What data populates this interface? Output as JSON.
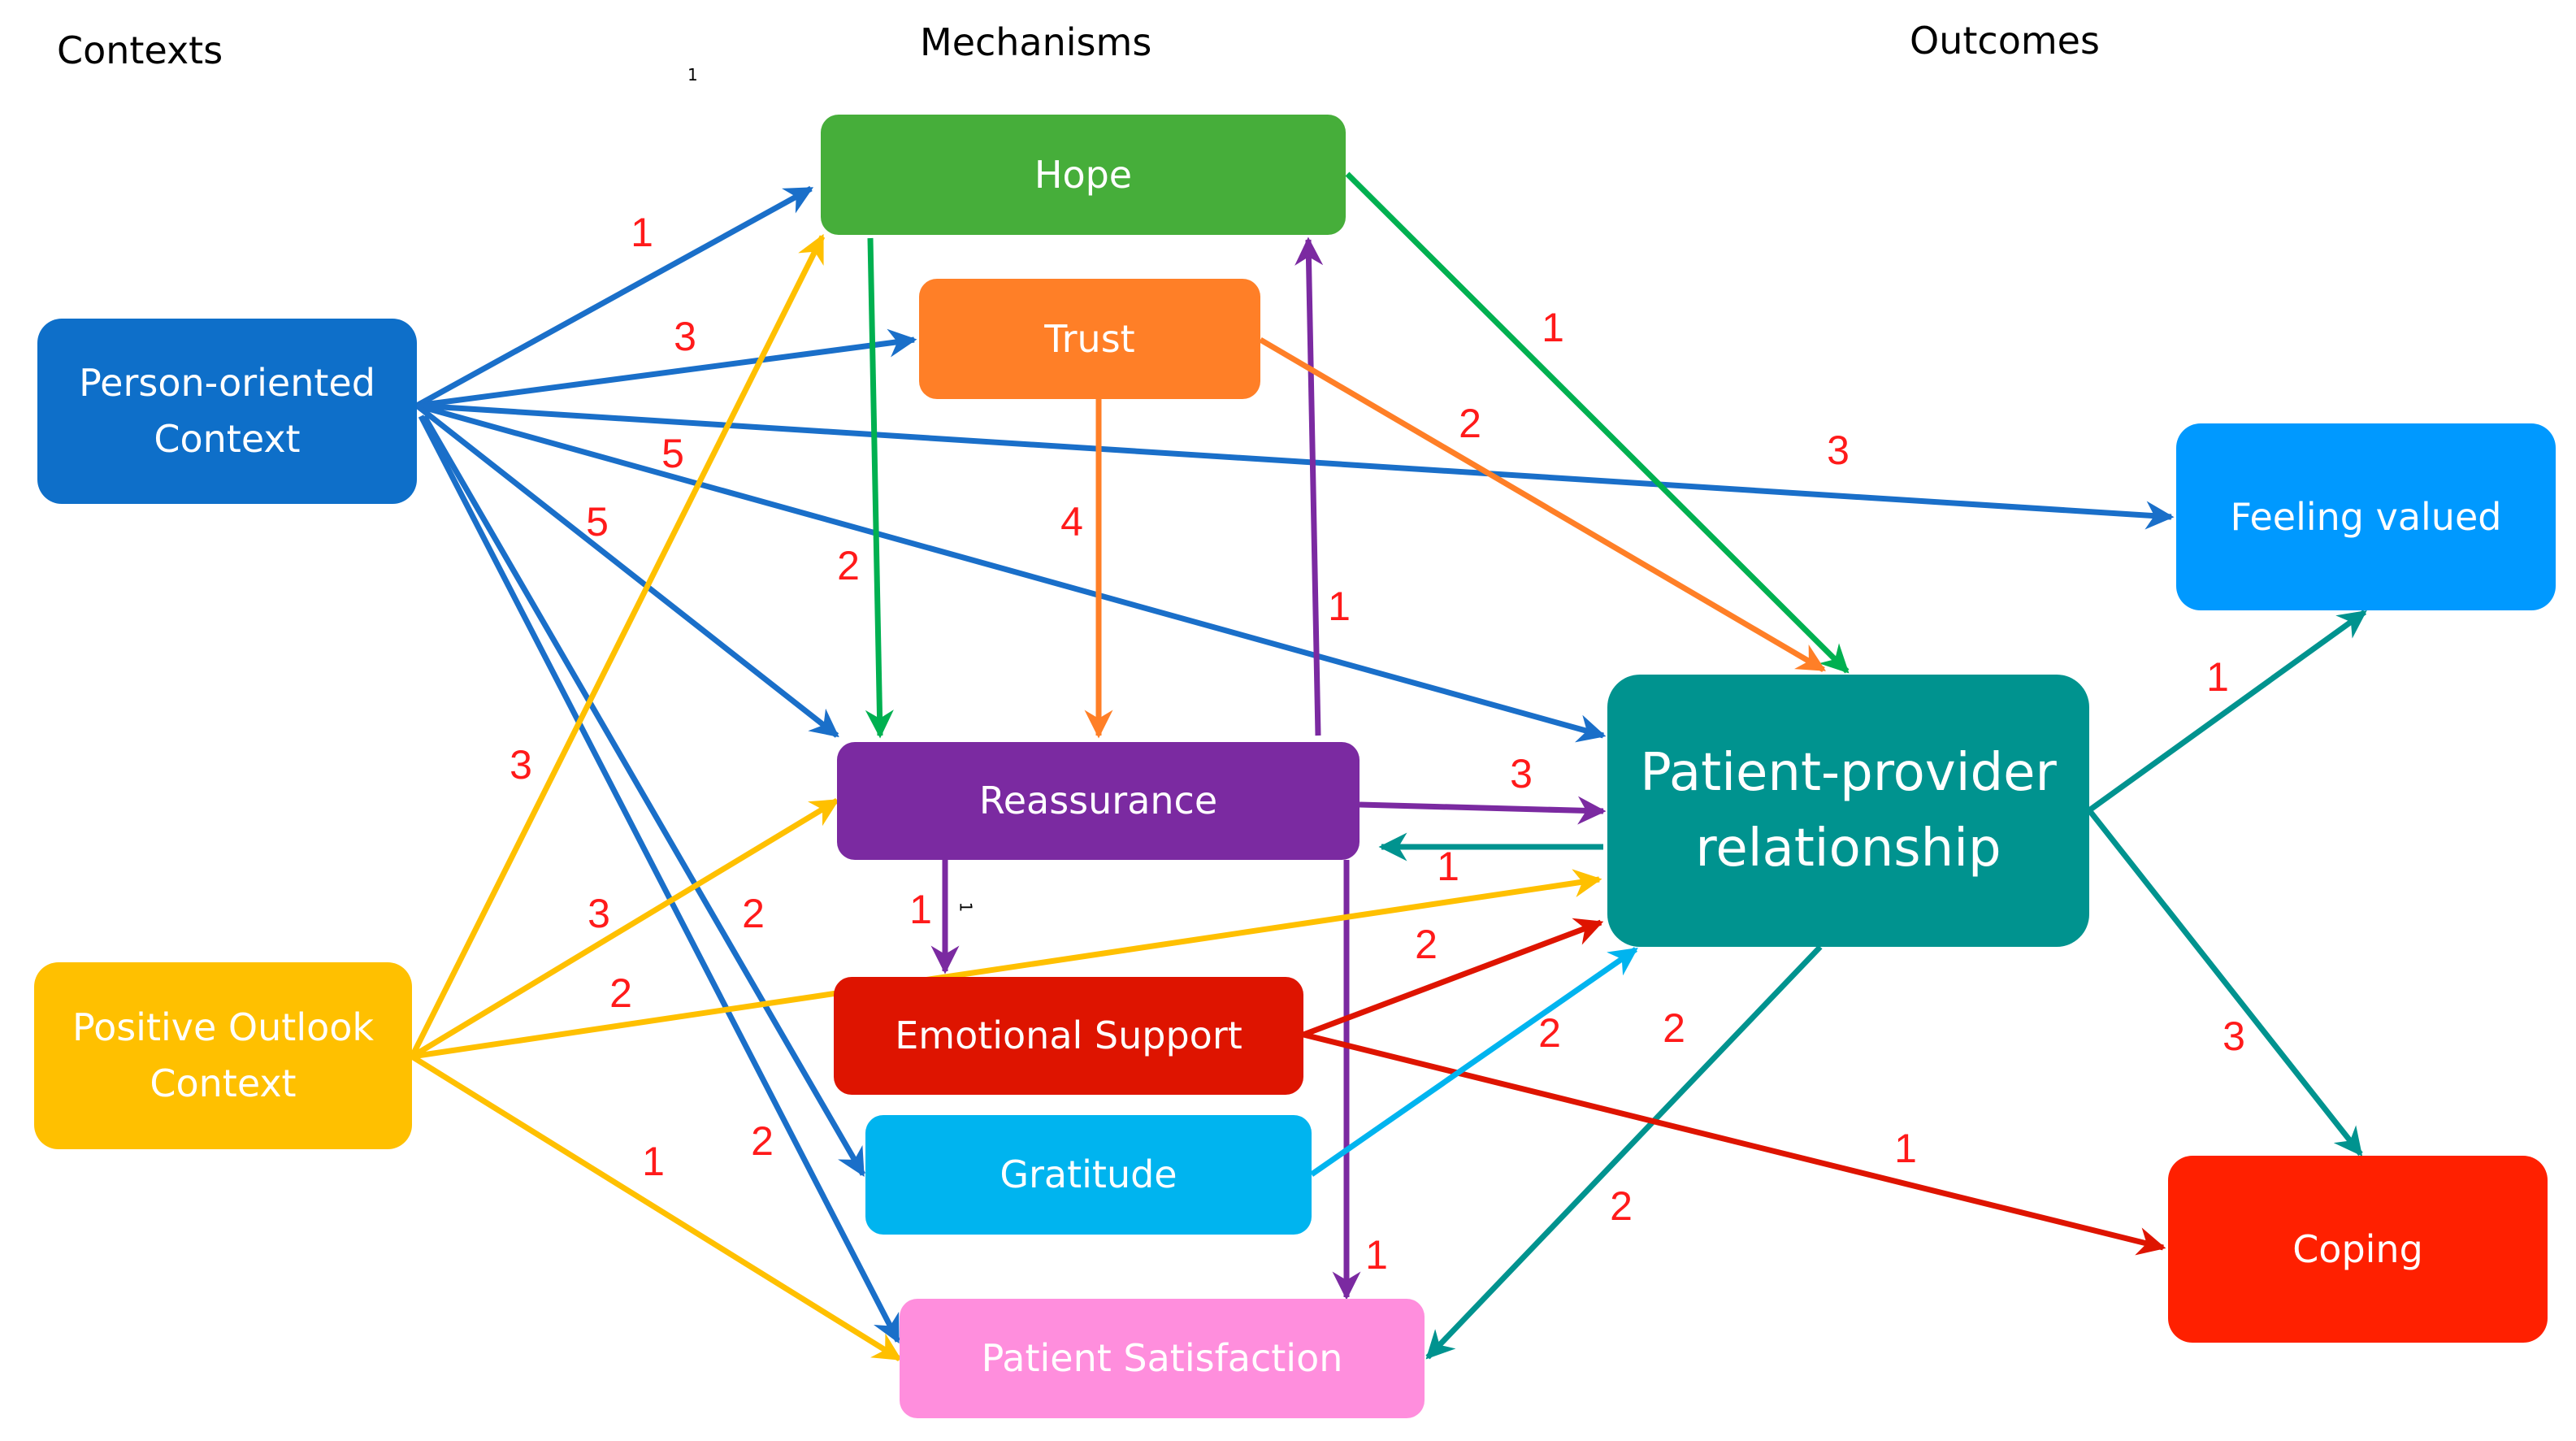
{
  "headers": {
    "contexts": "Contexts",
    "mechanisms": "Mechanisms",
    "outcomes": "Outcomes"
  },
  "stray_marks": {
    "top_one": "1",
    "rotated_one": "1"
  },
  "colors": {
    "person_oriented": "#0e6fc9",
    "positive_outlook": "#ffc000",
    "hope": "#46ae3a",
    "trust": "#ff7f27",
    "reassurance": "#7b2aa1",
    "emotional_support": "#de1400",
    "gratitude": "#00b4ef",
    "patient_satisfaction": "#ff8edd",
    "patient_provider": "#00938f",
    "feeling_valued": "#0099ff",
    "coping": "#ff2000",
    "count_label": "#ff1a1a"
  },
  "nodes": {
    "person_oriented": {
      "line1": "Person-oriented",
      "line2": "Context",
      "group": "Contexts"
    },
    "positive_outlook": {
      "line1": "Positive Outlook",
      "line2": "Context",
      "group": "Contexts"
    },
    "hope": {
      "line1": "Hope",
      "group": "Mechanisms"
    },
    "trust": {
      "line1": "Trust",
      "group": "Mechanisms"
    },
    "reassurance": {
      "line1": "Reassurance",
      "group": "Mechanisms"
    },
    "emotional_support": {
      "line1": "Emotional Support",
      "group": "Mechanisms"
    },
    "gratitude": {
      "line1": "Gratitude",
      "group": "Mechanisms"
    },
    "patient_satisfaction": {
      "line1": "Patient Satisfaction",
      "group": "Mechanisms"
    },
    "patient_provider": {
      "line1": "Patient-provider",
      "line2": "relationship",
      "group": "Outcomes"
    },
    "feeling_valued": {
      "line1": "Feeling valued",
      "group": "Outcomes"
    },
    "coping": {
      "line1": "Coping",
      "group": "Outcomes"
    }
  },
  "edges": [
    {
      "id": "po-hope",
      "from": "person_oriented",
      "to": "hope",
      "color": "#1a6fc9",
      "count": "1"
    },
    {
      "id": "po-trust",
      "from": "person_oriented",
      "to": "trust",
      "color": "#1a6fc9",
      "count": "3"
    },
    {
      "id": "po-feeling",
      "from": "person_oriented",
      "to": "feeling_valued",
      "color": "#1a6fc9",
      "count": "3"
    },
    {
      "id": "po-pp",
      "from": "person_oriented",
      "to": "patient_provider",
      "color": "#1a6fc9",
      "count": "5"
    },
    {
      "id": "po-reass",
      "from": "person_oriented",
      "to": "reassurance",
      "color": "#1a6fc9",
      "count": "5"
    },
    {
      "id": "po-grat",
      "from": "person_oriented",
      "to": "gratitude",
      "color": "#1a6fc9",
      "count": "2"
    },
    {
      "id": "po-ps",
      "from": "person_oriented",
      "to": "patient_satisfaction",
      "color": "#1a6fc9",
      "count": "2"
    },
    {
      "id": "hope-reass",
      "from": "hope",
      "to": "reassurance",
      "color": "#00b050",
      "count": "2"
    },
    {
      "id": "trust-reass",
      "from": "trust",
      "to": "reassurance",
      "color": "#ff7f27",
      "count": "4"
    },
    {
      "id": "reass-hope",
      "from": "reassurance",
      "to": "hope",
      "color": "#7b2aa1",
      "count": "1"
    },
    {
      "id": "hope-pp",
      "from": "hope",
      "to": "patient_provider",
      "color": "#00b050",
      "count": "1"
    },
    {
      "id": "trust-pp",
      "from": "trust",
      "to": "patient_provider",
      "color": "#ff7f27",
      "count": "2"
    },
    {
      "id": "reass-pp",
      "from": "reassurance",
      "to": "patient_provider",
      "color": "#7b2aa1",
      "count": "3"
    },
    {
      "id": "pp-reass",
      "from": "patient_provider",
      "to": "reassurance",
      "color": "#00938f",
      "count": ""
    },
    {
      "id": "reass-es",
      "from": "reassurance",
      "to": "emotional_support",
      "color": "#7b2aa1",
      "count": "1"
    },
    {
      "id": "reass-ps",
      "from": "reassurance",
      "to": "patient_satisfaction",
      "color": "#7b2aa1",
      "count": "1"
    },
    {
      "id": "pp-feeling",
      "from": "patient_provider",
      "to": "feeling_valued",
      "color": "#00938f",
      "count": "1"
    },
    {
      "id": "pp-coping",
      "from": "patient_provider",
      "to": "coping",
      "color": "#00938f",
      "count": "3"
    },
    {
      "id": "pp-ps",
      "from": "patient_provider",
      "to": "patient_satisfaction",
      "color": "#00938f",
      "count": "2"
    },
    {
      "id": "es-pp",
      "from": "emotional_support",
      "to": "patient_provider",
      "color": "#de1400",
      "count": "2"
    },
    {
      "id": "es-coping",
      "from": "emotional_support",
      "to": "coping",
      "color": "#de1400",
      "count": "1"
    },
    {
      "id": "grat-pp",
      "from": "gratitude",
      "to": "patient_provider",
      "color": "#00b4ef",
      "count": "2"
    },
    {
      "id": "pol-hope",
      "from": "positive_outlook",
      "to": "hope",
      "color": "#ffc000",
      "count": "3"
    },
    {
      "id": "pol-reass",
      "from": "positive_outlook",
      "to": "reassurance",
      "color": "#ffc000",
      "count": "3"
    },
    {
      "id": "pol-pp",
      "from": "positive_outlook",
      "to": "patient_provider",
      "color": "#ffc000",
      "count": "1"
    },
    {
      "id": "pol-ps",
      "from": "positive_outlook",
      "to": "patient_satisfaction",
      "color": "#ffc000",
      "count": "1"
    }
  ],
  "extra_labels": [
    {
      "id": "pol-es-2",
      "text": "2"
    },
    {
      "id": "pp-ps-2b",
      "text": "2"
    },
    {
      "id": "pp-es-2",
      "text": "2"
    }
  ]
}
